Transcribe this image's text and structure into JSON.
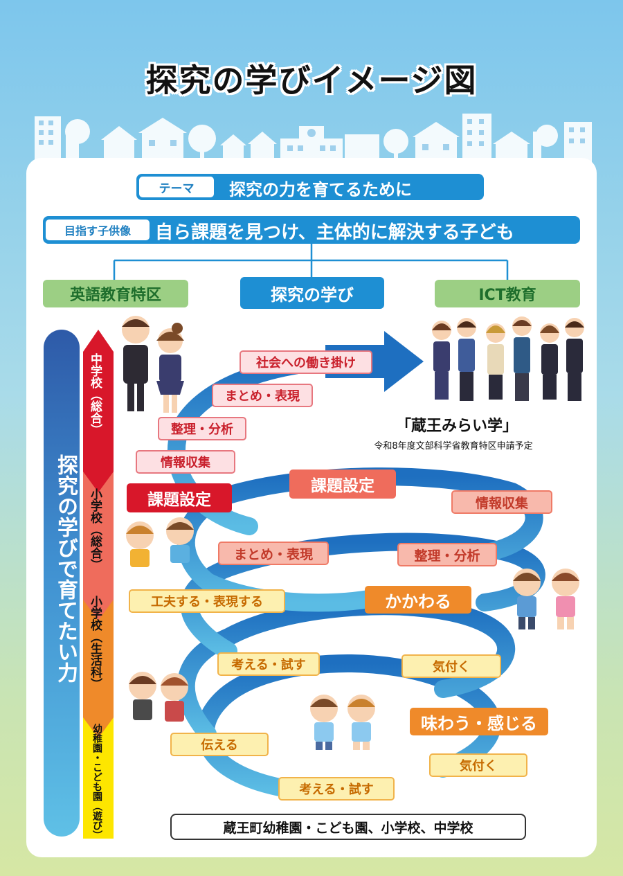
{
  "title": "探究の学びイメージ図",
  "theme": {
    "tag": "テーマ",
    "text": "探究の力を育てるために"
  },
  "goal": {
    "tag": "目指す子供像",
    "text": "自ら課題を見つけ、主体的に解決する子ども"
  },
  "branches": {
    "left": "英語教育特区",
    "center": "探究の学び",
    "right": "ICT教育"
  },
  "side_title": "探究の学びで育てたい力",
  "stages": [
    "中学校（総合）",
    "小学校（総合）",
    "小学校（生活科）",
    "幼稚園・こども園（遊び）"
  ],
  "spiral_labels": {
    "jhs_kadai": "課題設定",
    "jhs_joho": "情報収集",
    "jhs_seiri": "整理・分析",
    "jhs_matome": "まとめ・表現",
    "jhs_shakai": "社会への働き掛け",
    "es_kadai": "課題設定",
    "es_joho": "情報収集",
    "es_seiri": "整理・分析",
    "es_matome": "まとめ・表現",
    "life_kakawaru": "かかわる",
    "life_kufu": "工夫する・表現する",
    "life_kizuku": "気付く",
    "life_kangaeru": "考える・試す",
    "kg_ajiwau": "味わう・感じる",
    "kg_kizuku": "気付く",
    "kg_kangaeru": "考える・試す",
    "kg_tsutaeru": "伝える"
  },
  "zao": {
    "title": "「蔵王みらい学」",
    "subtitle": "令和8年度文部科学省教育特区申請予定"
  },
  "footer": "蔵王町幼稚園・こども園、小学校、中学校",
  "colors": {
    "blue": "#1e8fd3",
    "green": "#9ccf84",
    "red": "#d8172a",
    "salmon": "#ef6c5c",
    "orange": "#ef8a2a",
    "yellow": "#fdf0b0"
  }
}
